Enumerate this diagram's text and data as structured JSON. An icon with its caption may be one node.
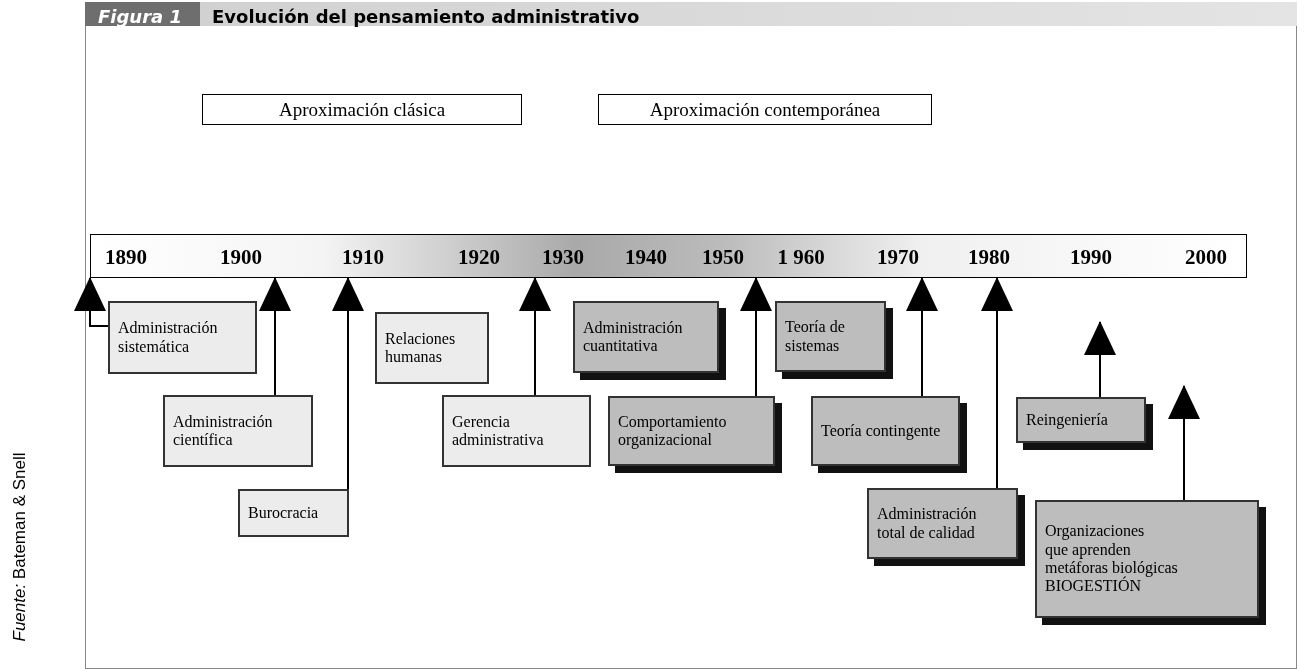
{
  "diagram": {
    "title": "Evolución del pensamiento administrativo",
    "nodes": [
      {
        "text": [
          "Aproximación clásica"
        ]
      },
      {
        "text": [
          "Aproximación contemporánea"
        ]
      },
      {
        "text": [
          "1890",
          "1900",
          "1910",
          "1920",
          "1930",
          "1940",
          "1950",
          "1 960",
          "1970",
          "1980",
          "1990",
          "2000"
        ]
      },
      {
        "text": [
          "Administración sistemática"
        ]
      },
      {
        "text": [
          "Administración científica"
        ]
      },
      {
        "text": [
          "Burocracia"
        ]
      },
      {
        "text": [
          "Relaciones humanas"
        ]
      },
      {
        "text": [
          "Gerencia administrativa"
        ]
      },
      {
        "text": [
          "Administración cuantitativa"
        ]
      },
      {
        "text": [
          "Comportamiento organizacional"
        ]
      },
      {
        "text": [
          "Teoría de sistemas"
        ]
      },
      {
        "text": [
          "Teoría contingente"
        ]
      },
      {
        "text": [
          "Administración total de calidad"
        ]
      },
      {
        "text": [
          "Reingeniería"
        ]
      },
      {
        "text": [
          "Organizaciones",
          "que aprenden",
          "metáforas biológicas",
          "BIOGESTIÓN"
        ]
      }
    ],
    "edges": [
      {
        "from": 3,
        "to": 2,
        "arrow": "to"
      },
      {
        "from": 4,
        "to": 2,
        "arrow": "to"
      },
      {
        "from": 5,
        "to": 2,
        "arrow": "to"
      },
      {
        "from": 7,
        "to": 2,
        "arrow": "to"
      },
      {
        "from": 9,
        "to": 2,
        "arrow": "to"
      },
      {
        "from": 11,
        "to": 2,
        "arrow": "to"
      },
      {
        "from": 12,
        "to": 2,
        "arrow": "to"
      },
      {
        "from": 13,
        "to": null,
        "arrow": "to"
      },
      {
        "from": 14,
        "to": null,
        "arrow": "to"
      }
    ],
    "labels": [
      "Figura 1",
      "*Fuente:* Bateman & Snell"
    ]
  }
}
